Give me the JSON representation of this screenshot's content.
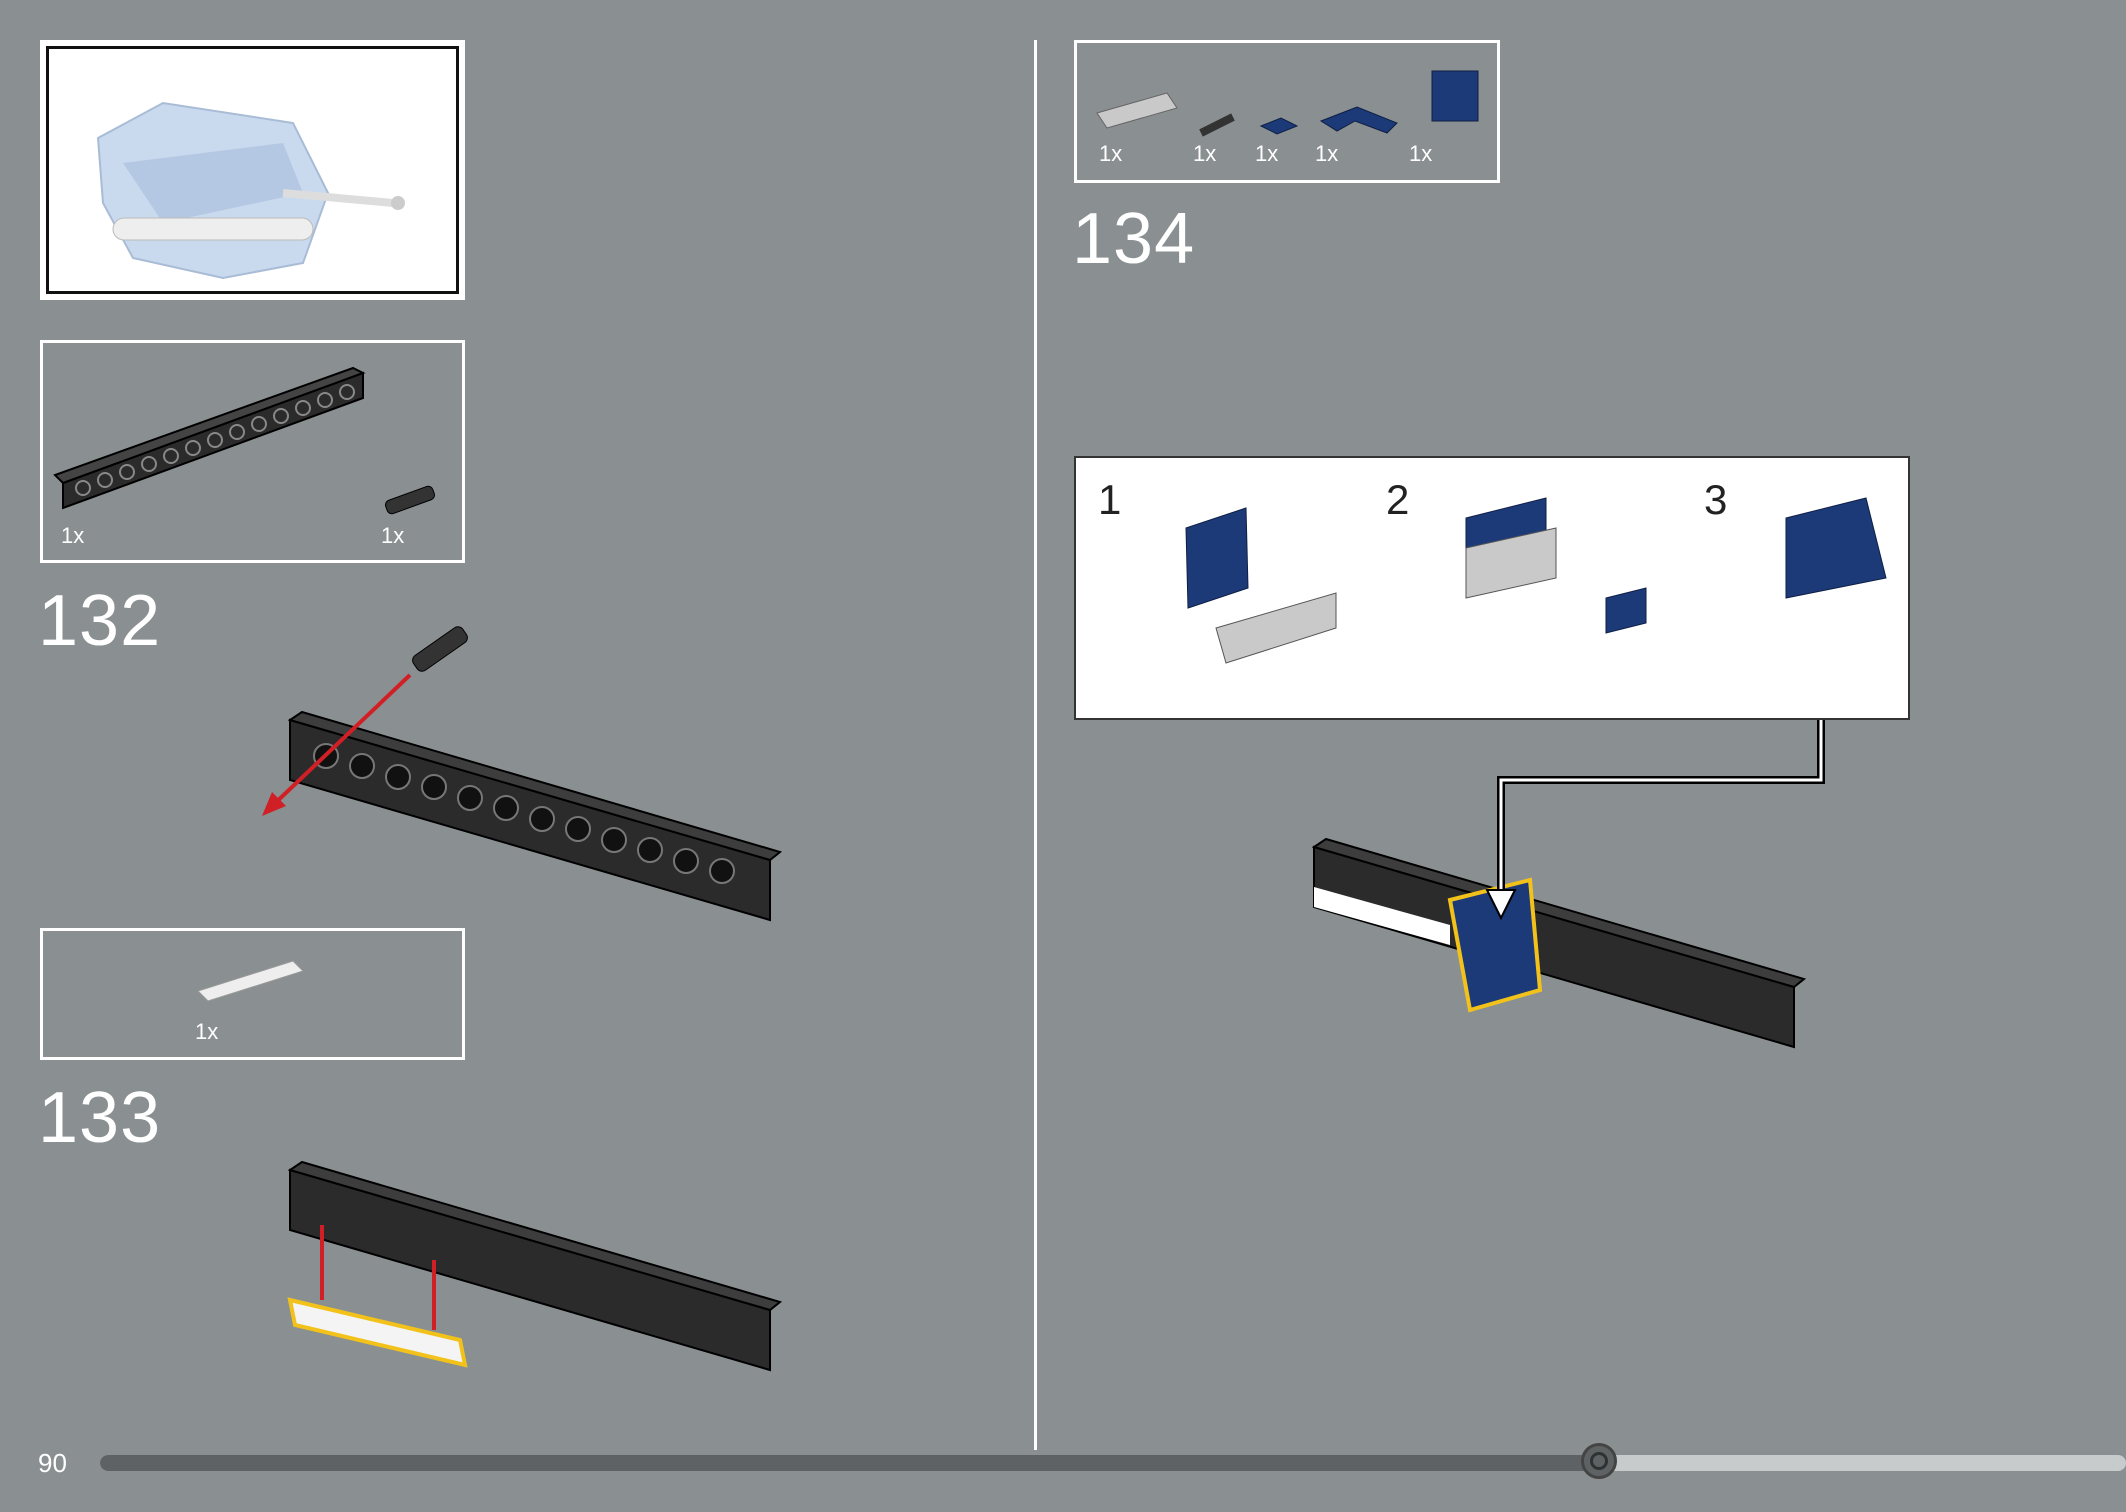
{
  "page": {
    "number": "90",
    "progress_fraction": 0.74
  },
  "steps": [
    {
      "id": "132",
      "label": "132",
      "parts": [
        {
          "qty": "1x",
          "part": "technic-beam-15-black"
        },
        {
          "qty": "1x",
          "part": "technic-pin-black"
        }
      ]
    },
    {
      "id": "133",
      "label": "133",
      "parts": [
        {
          "qty": "1x",
          "part": "plate-1x4-white"
        }
      ]
    },
    {
      "id": "134",
      "label": "134",
      "parts": [
        {
          "qty": "1x",
          "part": "plate-clip-grey"
        },
        {
          "qty": "1x",
          "part": "technic-axle-pin-black"
        },
        {
          "qty": "1x",
          "part": "plate-1x1-blue"
        },
        {
          "qty": "1x",
          "part": "plate-l-blue"
        },
        {
          "qty": "1x",
          "part": "bracket-2x2-blue"
        }
      ],
      "substeps": [
        {
          "label": "1"
        },
        {
          "label": "2"
        },
        {
          "label": "3"
        }
      ]
    }
  ],
  "colors": {
    "background": "#8a8f91",
    "beam": "#2b2b2b",
    "blue": "#1d3a78",
    "arrow": "#d11f26",
    "highlight": "#f2c21b"
  }
}
